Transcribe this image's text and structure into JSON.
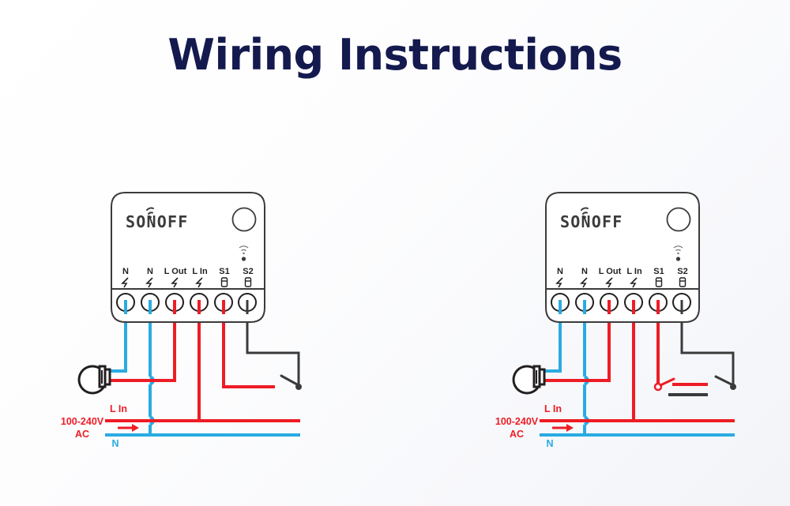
{
  "page": {
    "title": "Wiring Instructions",
    "background_start": "#ffffff",
    "background_end": "#f2f4f8",
    "title_color": "#141a4e"
  },
  "colors": {
    "live_red": "#ee1c25",
    "neutral_blue": "#29abe2",
    "switch_black": "#3b3b3b",
    "device_outline": "#3b3b3b"
  },
  "device": {
    "brand": "SONOFF",
    "button": "power-button",
    "indicator": "wifi-led",
    "terminals": [
      {
        "id": "n1",
        "label": "N",
        "glyph": "bolt",
        "wire_color": "#29abe2"
      },
      {
        "id": "n2",
        "label": "N",
        "glyph": "bolt",
        "wire_color": "#29abe2"
      },
      {
        "id": "lout",
        "label": "L Out",
        "glyph": "bolt",
        "wire_color": "#ee1c25"
      },
      {
        "id": "lin",
        "label": "L In",
        "glyph": "bolt",
        "wire_color": "#ee1c25"
      },
      {
        "id": "s1",
        "label": "S1",
        "glyph": "switch",
        "wire_color": "#ee1c25"
      },
      {
        "id": "s2",
        "label": "S2",
        "glyph": "switch",
        "wire_color": "#3b3b3b"
      }
    ]
  },
  "diagrams": [
    {
      "id": "left",
      "name": "single-switch-wiring",
      "load": "lamp",
      "switch_count": 1,
      "labels": {
        "line_in": "L In",
        "voltage": "100-240V",
        "current_type": "AC",
        "neutral": "N"
      }
    },
    {
      "id": "right",
      "name": "dual-switch-wiring",
      "load": "lamp",
      "switch_count": 2,
      "labels": {
        "line_in": "L In",
        "voltage": "100-240V",
        "current_type": "AC",
        "neutral": "N"
      }
    }
  ]
}
